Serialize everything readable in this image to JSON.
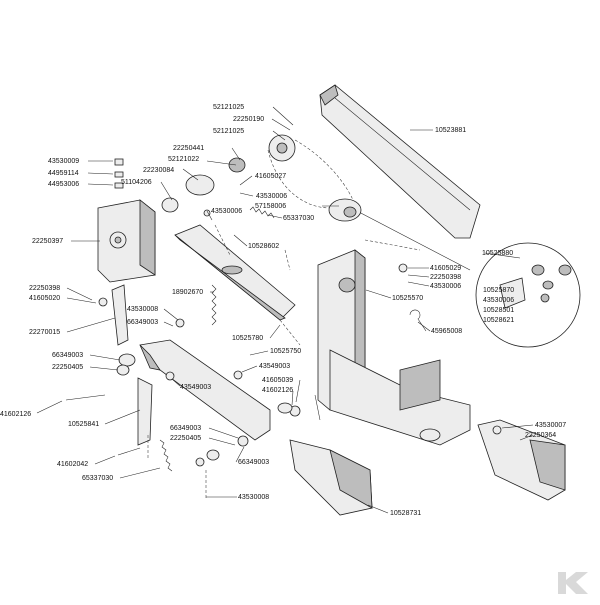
{
  "labels": {
    "l1": "52121025",
    "l2": "22250190",
    "l3": "52121025",
    "l4": "10523881",
    "l5": "43530009",
    "l6": "44959114",
    "l7": "44953006",
    "l8": "22250441",
    "l9": "52121022",
    "l10": "22230084",
    "l11": "51104206",
    "l12": "41605027",
    "l13": "43530006",
    "l14": "57158006",
    "l15": "43530006",
    "l16": "65337030",
    "l17": "10528602",
    "l18": "22250397",
    "l19": "10525880",
    "l20": "41605029",
    "l21": "22250398",
    "l22": "43530006",
    "l23": "22250398",
    "l24": "41605020",
    "l25": "18902670",
    "l26": "10525570",
    "l27": "10525870",
    "l28": "43530006",
    "l29": "10528501",
    "l30": "10528621",
    "l31": "22270015",
    "l32": "43530008",
    "l33": "66349003",
    "l34": "45965008",
    "l35": "10525780",
    "l36": "10525750",
    "l37": "66349003",
    "l38": "22250405",
    "l39": "43549003",
    "l40": "41605039",
    "l41": "43549003",
    "l42": "41602126",
    "l43": "41602126",
    "l44": "10525841",
    "l45": "66349003",
    "l46": "22250405",
    "l47": "66349003",
    "l48": "43530007",
    "l49": "22250364",
    "l50": "41602042",
    "l51": "65337030",
    "l52": "43530008",
    "l53": "10528731"
  }
}
